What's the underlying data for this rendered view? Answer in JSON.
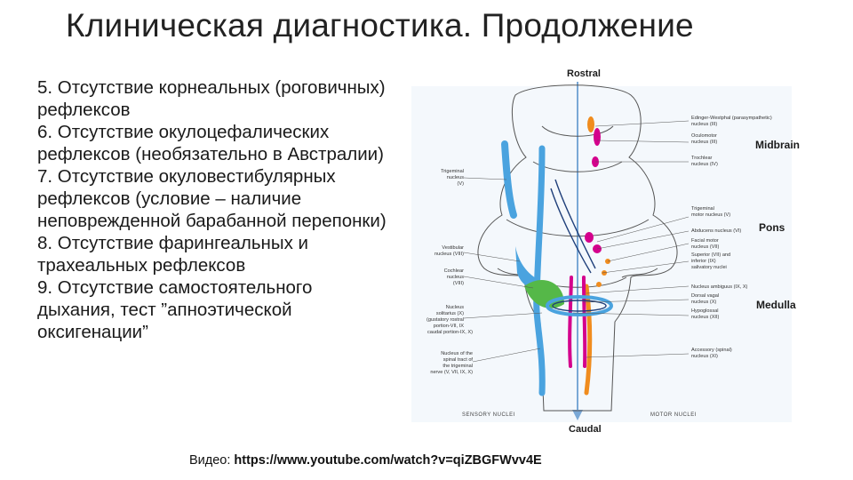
{
  "slide": {
    "title": "Клиническая диагностика. Продолжение",
    "items": [
      "5. Отсутствие корнеальных (роговичных) рефлексов",
      "6. Отсутствие окулоцефалических рефлексов (необязательно в Австралии)",
      "7. Отсутствие окуловестибулярных рефлексов (условие – наличие неповрежденной барабанной перепонки)",
      "8. Отсутствие фарингеальных и трахеальных рефлексов",
      "9. Отсутствие самостоятельного дыхания, тест ”апноэтической оксигенации”"
    ],
    "video_label": "Видео:",
    "video_url": "https://www.youtube.com/watch?v=qiZBGFWvv4E"
  },
  "figure": {
    "top_label": "Rostral",
    "bottom_label": "Caudal",
    "regions": [
      "Midbrain",
      "Pons",
      "Medulla"
    ],
    "left_labels": [
      "Trigeminal",
      "nucleus",
      "(V)",
      "Vestibular",
      "nucleus (VIII)",
      "Cochlear",
      "nucleus",
      "(VIII)",
      "Nucleus",
      "solitarius (X)",
      "(gustatory rostral",
      "portion-VII, IX",
      "caudal portion-IX, X)",
      "Nucleus of the",
      "spinal tract of",
      "the trigeminal",
      "nerve (V, VII, IX, X)"
    ],
    "right_labels": [
      "Edinger-Westphal (parasympathetic)",
      "nucleus (III)",
      "Oculomotor",
      "nucleus (III)",
      "Trochlear",
      "nucleus (IV)",
      "Trigeminal",
      "motor nucleus (V)",
      "Abducens nucleus (VI)",
      "Facial motor",
      "nucleus (VII)",
      "Superior (VII) and",
      "inferior (IX)",
      "salivatory nuclei",
      "Nucleus ambiguus (IX, X)",
      "Dorsal vagal",
      "nucleus (X)",
      "Hypoglossal",
      "nucleus (XII)",
      "Accessory (spinal)",
      "nucleus (XI)"
    ],
    "footer_left": "SENSORY NUCLEI",
    "footer_right": "MOTOR NUCLEI",
    "colors": {
      "blue": "#4aa3df",
      "magenta": "#d4008c",
      "orange": "#f08c1e",
      "green": "#55b848",
      "navy": "#1f3f7a"
    }
  }
}
